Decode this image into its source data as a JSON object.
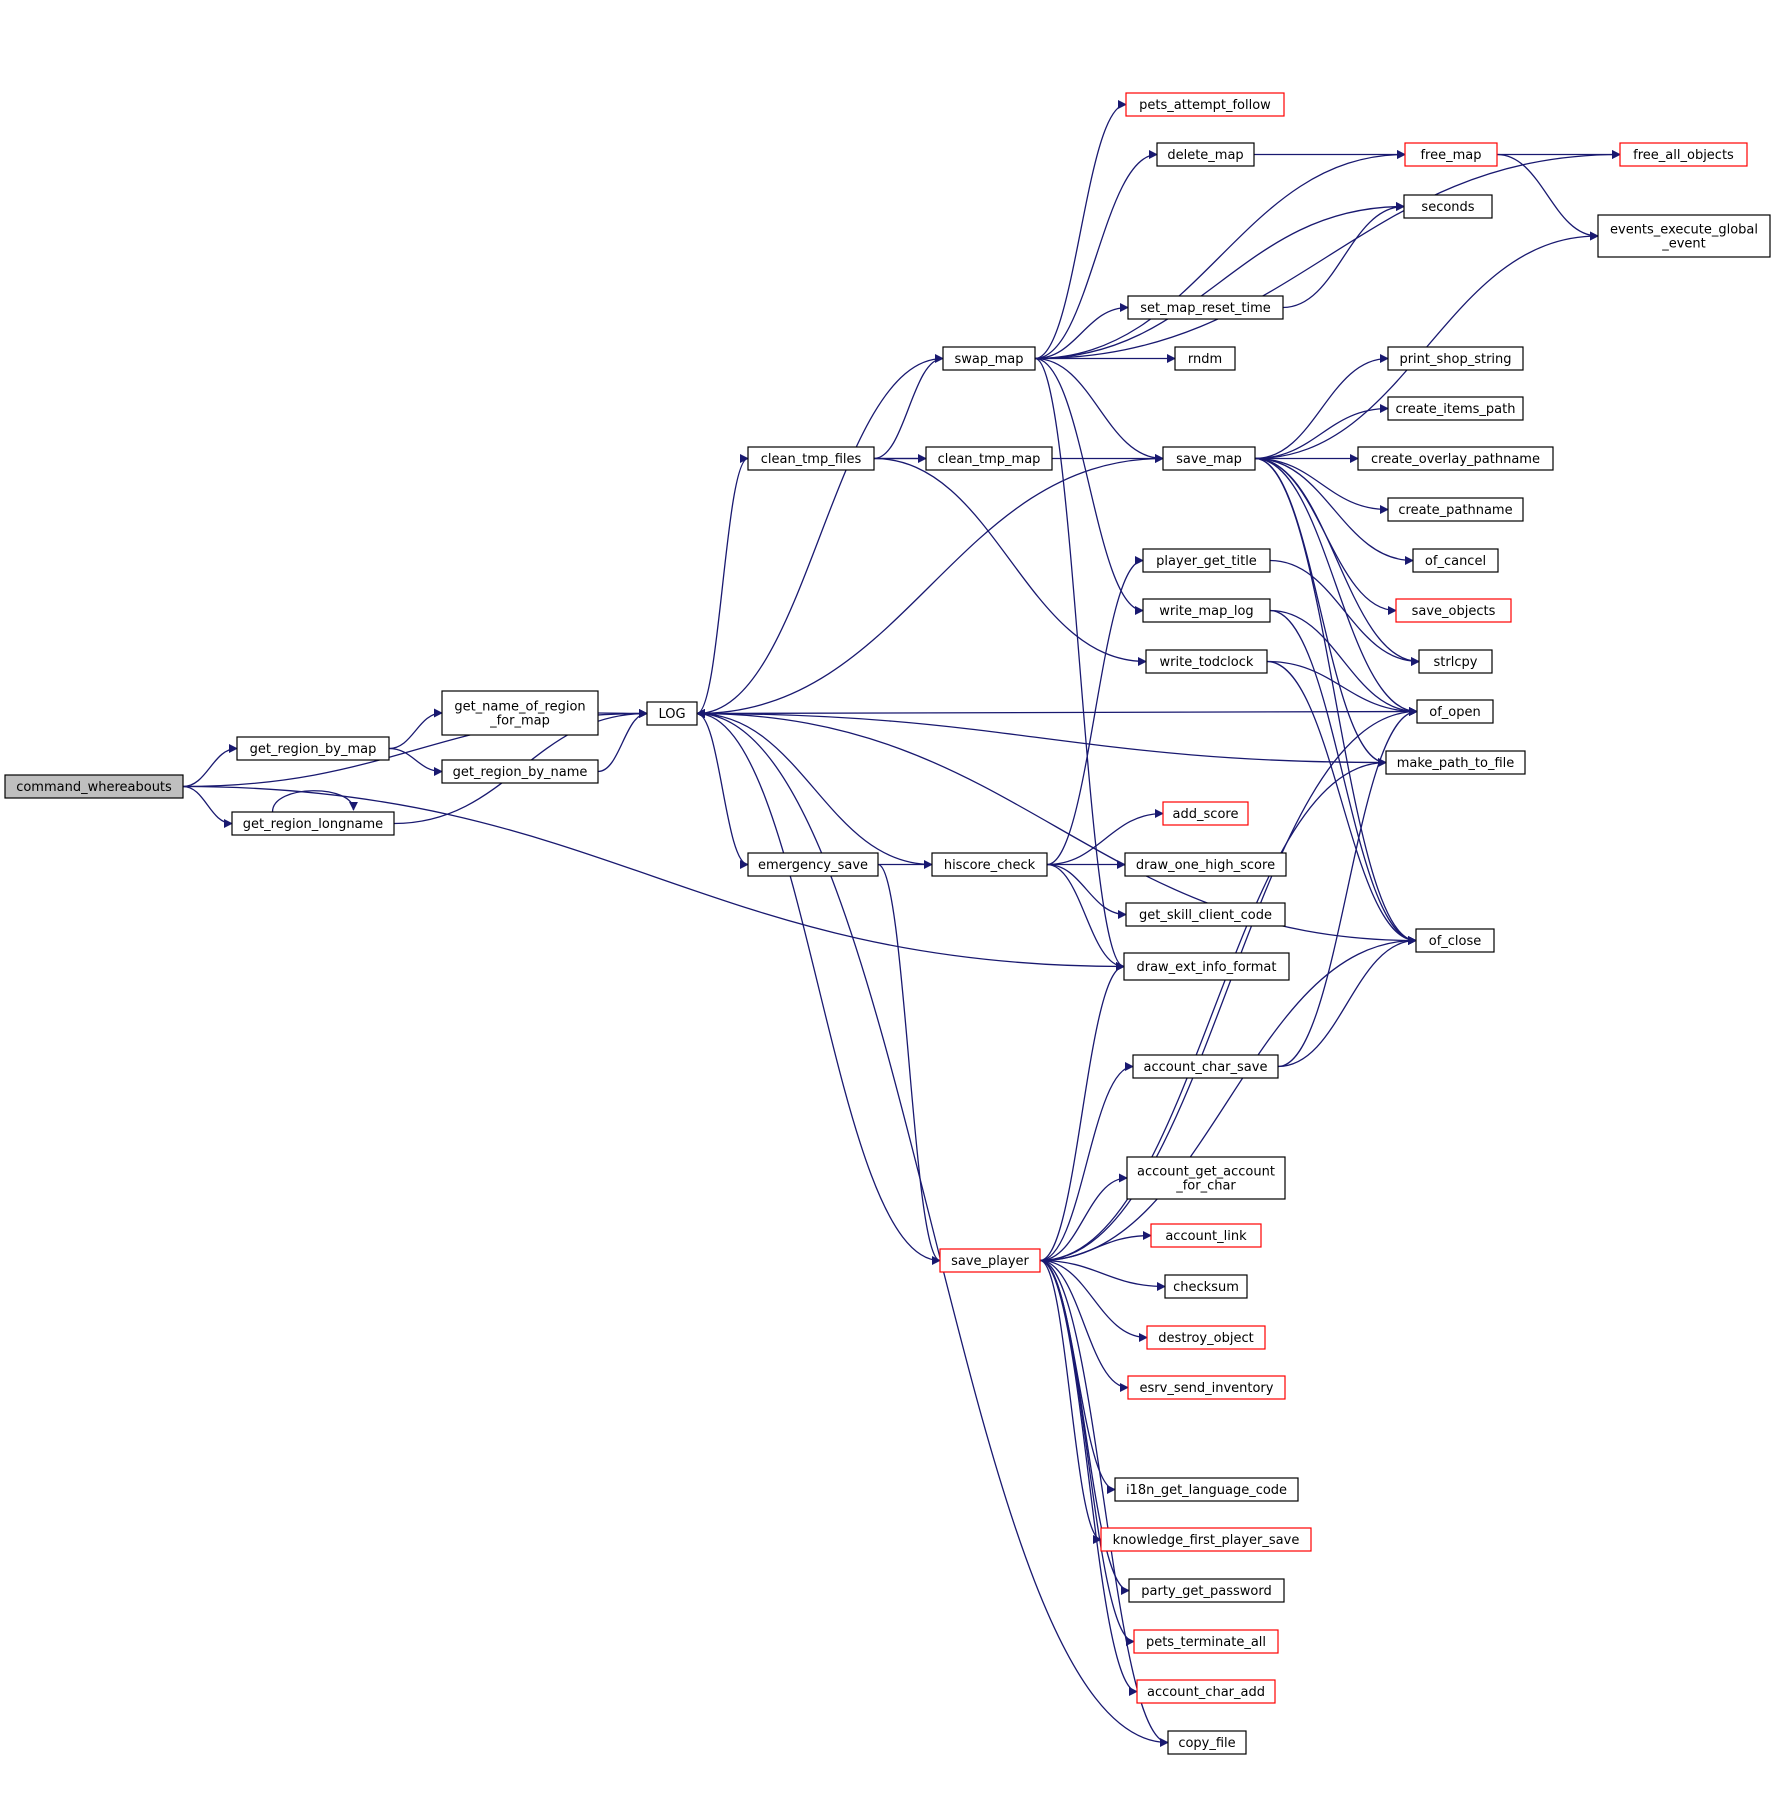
{
  "nodes": [
    {
      "id": "command_whereabouts",
      "lines": [
        "command_whereabouts"
      ],
      "style": "root"
    },
    {
      "id": "LOG",
      "lines": [
        "LOG"
      ],
      "style": "normal"
    },
    {
      "id": "get_region_by_map",
      "lines": [
        "get_region_by_map"
      ],
      "style": "normal"
    },
    {
      "id": "get_region_longname",
      "lines": [
        "get_region_longname"
      ],
      "style": "normal"
    },
    {
      "id": "get_name_of_region_for_map",
      "lines": [
        "get_name_of_region",
        "_for_map"
      ],
      "style": "normal"
    },
    {
      "id": "get_region_by_name",
      "lines": [
        "get_region_by_name"
      ],
      "style": "normal"
    },
    {
      "id": "draw_ext_info_format",
      "lines": [
        "draw_ext_info_format"
      ],
      "style": "normal"
    },
    {
      "id": "clean_tmp_files",
      "lines": [
        "clean_tmp_files"
      ],
      "style": "normal"
    },
    {
      "id": "emergency_save",
      "lines": [
        "emergency_save"
      ],
      "style": "normal"
    },
    {
      "id": "swap_map",
      "lines": [
        "swap_map"
      ],
      "style": "normal"
    },
    {
      "id": "clean_tmp_map",
      "lines": [
        "clean_tmp_map"
      ],
      "style": "normal"
    },
    {
      "id": "save_map",
      "lines": [
        "save_map"
      ],
      "style": "normal"
    },
    {
      "id": "hiscore_check",
      "lines": [
        "hiscore_check"
      ],
      "style": "normal"
    },
    {
      "id": "save_player",
      "lines": [
        "save_player"
      ],
      "style": "red"
    },
    {
      "id": "pets_attempt_follow",
      "lines": [
        "pets_attempt_follow"
      ],
      "style": "red"
    },
    {
      "id": "delete_map",
      "lines": [
        "delete_map"
      ],
      "style": "normal"
    },
    {
      "id": "free_map",
      "lines": [
        "free_map"
      ],
      "style": "red"
    },
    {
      "id": "free_all_objects",
      "lines": [
        "free_all_objects"
      ],
      "style": "red"
    },
    {
      "id": "seconds",
      "lines": [
        "seconds"
      ],
      "style": "normal"
    },
    {
      "id": "events_execute_global_event",
      "lines": [
        "events_execute_global",
        "_event"
      ],
      "style": "normal"
    },
    {
      "id": "set_map_reset_time",
      "lines": [
        "set_map_reset_time"
      ],
      "style": "normal"
    },
    {
      "id": "rndm",
      "lines": [
        "rndm"
      ],
      "style": "normal"
    },
    {
      "id": "print_shop_string",
      "lines": [
        "print_shop_string"
      ],
      "style": "normal"
    },
    {
      "id": "create_items_path",
      "lines": [
        "create_items_path"
      ],
      "style": "normal"
    },
    {
      "id": "create_overlay_pathname",
      "lines": [
        "create_overlay_pathname"
      ],
      "style": "normal"
    },
    {
      "id": "create_pathname",
      "lines": [
        "create_pathname"
      ],
      "style": "normal"
    },
    {
      "id": "of_cancel",
      "lines": [
        "of_cancel"
      ],
      "style": "normal"
    },
    {
      "id": "save_objects",
      "lines": [
        "save_objects"
      ],
      "style": "red"
    },
    {
      "id": "strlcpy",
      "lines": [
        "strlcpy"
      ],
      "style": "normal"
    },
    {
      "id": "of_open",
      "lines": [
        "of_open"
      ],
      "style": "normal"
    },
    {
      "id": "make_path_to_file",
      "lines": [
        "make_path_to_file"
      ],
      "style": "normal"
    },
    {
      "id": "of_close",
      "lines": [
        "of_close"
      ],
      "style": "normal"
    },
    {
      "id": "player_get_title",
      "lines": [
        "player_get_title"
      ],
      "style": "normal"
    },
    {
      "id": "write_map_log",
      "lines": [
        "write_map_log"
      ],
      "style": "normal"
    },
    {
      "id": "write_todclock",
      "lines": [
        "write_todclock"
      ],
      "style": "normal"
    },
    {
      "id": "add_score",
      "lines": [
        "add_score"
      ],
      "style": "red"
    },
    {
      "id": "draw_one_high_score",
      "lines": [
        "draw_one_high_score"
      ],
      "style": "normal"
    },
    {
      "id": "get_skill_client_code",
      "lines": [
        "get_skill_client_code"
      ],
      "style": "normal"
    },
    {
      "id": "account_char_save",
      "lines": [
        "account_char_save"
      ],
      "style": "normal"
    },
    {
      "id": "account_get_account_for_char",
      "lines": [
        "account_get_account",
        "_for_char"
      ],
      "style": "normal"
    },
    {
      "id": "account_link",
      "lines": [
        "account_link"
      ],
      "style": "red"
    },
    {
      "id": "checksum",
      "lines": [
        "checksum"
      ],
      "style": "normal"
    },
    {
      "id": "destroy_object",
      "lines": [
        "destroy_object"
      ],
      "style": "red"
    },
    {
      "id": "esrv_send_inventory",
      "lines": [
        "esrv_send_inventory"
      ],
      "style": "red"
    },
    {
      "id": "i18n_get_language_code",
      "lines": [
        "i18n_get_language_code"
      ],
      "style": "normal"
    },
    {
      "id": "knowledge_first_player_save",
      "lines": [
        "knowledge_first_player_save"
      ],
      "style": "red"
    },
    {
      "id": "party_get_password",
      "lines": [
        "party_get_password"
      ],
      "style": "normal"
    },
    {
      "id": "pets_terminate_all",
      "lines": [
        "pets_terminate_all"
      ],
      "style": "red"
    },
    {
      "id": "account_char_add",
      "lines": [
        "account_char_add"
      ],
      "style": "red"
    },
    {
      "id": "copy_file",
      "lines": [
        "copy_file"
      ],
      "style": "normal"
    }
  ],
  "edges": [
    [
      "command_whereabouts",
      "LOG"
    ],
    [
      "command_whereabouts",
      "get_region_by_map"
    ],
    [
      "command_whereabouts",
      "get_region_longname"
    ],
    [
      "command_whereabouts",
      "draw_ext_info_format"
    ],
    [
      "get_region_by_map",
      "get_name_of_region_for_map"
    ],
    [
      "get_region_by_map",
      "get_region_by_name"
    ],
    [
      "get_name_of_region_for_map",
      "LOG"
    ],
    [
      "get_region_by_name",
      "LOG"
    ],
    [
      "get_region_longname",
      "LOG"
    ],
    [
      "get_region_longname",
      "get_region_longname"
    ],
    [
      "LOG",
      "clean_tmp_files"
    ],
    [
      "LOG",
      "emergency_save"
    ],
    [
      "clean_tmp_files",
      "clean_tmp_map"
    ],
    [
      "clean_tmp_files",
      "swap_map"
    ],
    [
      "clean_tmp_files",
      "save_map"
    ],
    [
      "clean_tmp_files",
      "write_todclock"
    ],
    [
      "swap_map",
      "LOG"
    ],
    [
      "swap_map",
      "pets_attempt_follow"
    ],
    [
      "swap_map",
      "delete_map"
    ],
    [
      "swap_map",
      "free_map"
    ],
    [
      "swap_map",
      "seconds"
    ],
    [
      "swap_map",
      "set_map_reset_time"
    ],
    [
      "swap_map",
      "rndm"
    ],
    [
      "swap_map",
      "save_map"
    ],
    [
      "swap_map",
      "free_all_objects"
    ],
    [
      "swap_map",
      "write_map_log"
    ],
    [
      "swap_map",
      "draw_ext_info_format"
    ],
    [
      "delete_map",
      "free_map"
    ],
    [
      "free_map",
      "free_all_objects"
    ],
    [
      "free_map",
      "events_execute_global_event"
    ],
    [
      "set_map_reset_time",
      "seconds"
    ],
    [
      "save_map",
      "LOG"
    ],
    [
      "save_map",
      "events_execute_global_event"
    ],
    [
      "save_map",
      "print_shop_string"
    ],
    [
      "save_map",
      "create_items_path"
    ],
    [
      "save_map",
      "create_overlay_pathname"
    ],
    [
      "save_map",
      "create_pathname"
    ],
    [
      "save_map",
      "of_cancel"
    ],
    [
      "save_map",
      "save_objects"
    ],
    [
      "save_map",
      "strlcpy"
    ],
    [
      "save_map",
      "of_open"
    ],
    [
      "save_map",
      "make_path_to_file"
    ],
    [
      "save_map",
      "of_close"
    ],
    [
      "emergency_save",
      "hiscore_check"
    ],
    [
      "emergency_save",
      "save_player"
    ],
    [
      "hiscore_check",
      "LOG"
    ],
    [
      "hiscore_check",
      "player_get_title"
    ],
    [
      "hiscore_check",
      "add_score"
    ],
    [
      "hiscore_check",
      "draw_one_high_score"
    ],
    [
      "hiscore_check",
      "get_skill_client_code"
    ],
    [
      "hiscore_check",
      "draw_ext_info_format"
    ],
    [
      "write_map_log",
      "of_open"
    ],
    [
      "write_map_log",
      "of_close"
    ],
    [
      "write_todclock",
      "of_open"
    ],
    [
      "write_todclock",
      "of_close"
    ],
    [
      "player_get_title",
      "strlcpy"
    ],
    [
      "make_path_to_file",
      "LOG"
    ],
    [
      "of_open",
      "LOG"
    ],
    [
      "save_player",
      "LOG"
    ],
    [
      "save_player",
      "draw_ext_info_format"
    ],
    [
      "save_player",
      "account_char_save"
    ],
    [
      "save_player",
      "account_get_account_for_char"
    ],
    [
      "save_player",
      "account_link"
    ],
    [
      "save_player",
      "checksum"
    ],
    [
      "save_player",
      "destroy_object"
    ],
    [
      "save_player",
      "esrv_send_inventory"
    ],
    [
      "save_player",
      "i18n_get_language_code"
    ],
    [
      "save_player",
      "knowledge_first_player_save"
    ],
    [
      "save_player",
      "party_get_password"
    ],
    [
      "save_player",
      "pets_terminate_all"
    ],
    [
      "save_player",
      "account_char_add"
    ],
    [
      "save_player",
      "copy_file"
    ],
    [
      "save_player",
      "of_open"
    ],
    [
      "save_player",
      "of_close"
    ],
    [
      "save_player",
      "make_path_to_file"
    ],
    [
      "account_char_save",
      "of_open"
    ],
    [
      "account_char_save",
      "of_close"
    ],
    [
      "copy_file",
      "LOG"
    ],
    [
      "of_close",
      "LOG"
    ]
  ]
}
